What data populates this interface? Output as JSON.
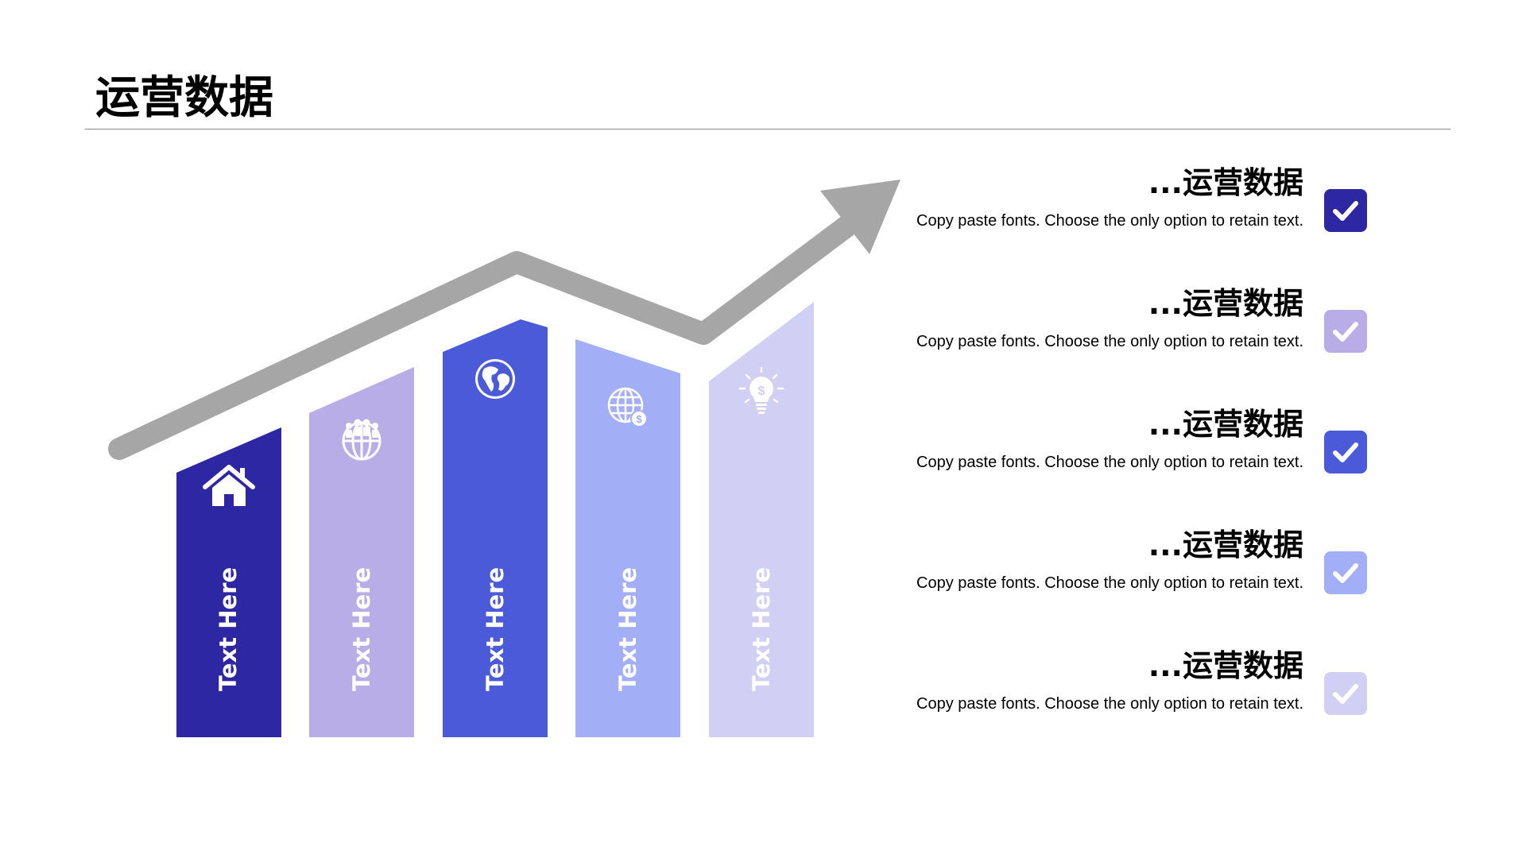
{
  "page": {
    "title": "运营数据"
  },
  "bars": [
    {
      "label": "Text Here",
      "icon": "house-icon",
      "color": "#2E27A3",
      "level": 1
    },
    {
      "label": "Text Here",
      "icon": "people-globe-icon",
      "color": "#B9ADE8",
      "level": 2
    },
    {
      "label": "Text Here",
      "icon": "earth-globe-icon",
      "color": "#4A5AD9",
      "level": 4
    },
    {
      "label": "Text Here",
      "icon": "globe-dollar-icon",
      "color": "#A2AEF6",
      "level": 3
    },
    {
      "label": "Text Here",
      "icon": "lightbulb-dollar-icon",
      "color": "#D1CFF3",
      "level": 5
    }
  ],
  "trend": {
    "color": "#A6A6A6",
    "direction": "up"
  },
  "items": [
    {
      "heading": "...运营数据",
      "description": "Copy paste fonts. Choose the only option to retain text.",
      "check_color": "#2E27A3",
      "icon": "check-icon"
    },
    {
      "heading": "...运营数据",
      "description": "Copy paste fonts. Choose the only option to retain text.",
      "check_color": "#B9ADE8",
      "icon": "check-icon"
    },
    {
      "heading": "...运营数据",
      "description": "Copy paste fonts. Choose the only option to retain text.",
      "check_color": "#4A5AD9",
      "icon": "check-icon"
    },
    {
      "heading": "...运营数据",
      "description": "Copy paste fonts. Choose the only option to retain text.",
      "check_color": "#A2AEF6",
      "icon": "check-icon"
    },
    {
      "heading": "...运营数据",
      "description": "Copy paste fonts. Choose the only option to retain text.",
      "check_color": "#D1CFF3",
      "icon": "check-icon"
    }
  ]
}
